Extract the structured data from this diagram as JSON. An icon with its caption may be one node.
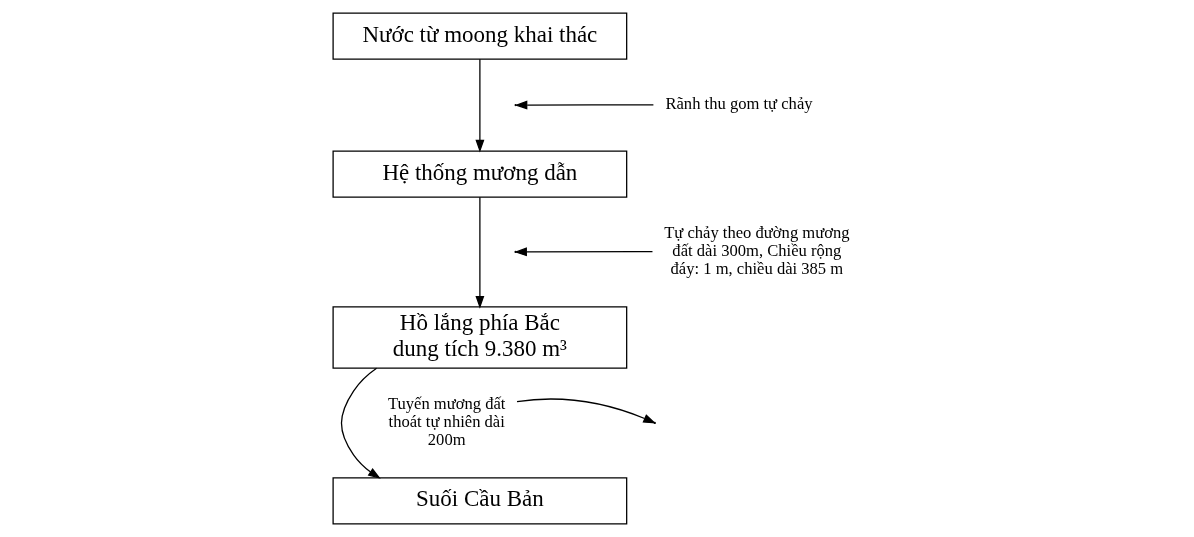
{
  "diagram": {
    "nodes": [
      {
        "text": [
          "Nước từ moong khai thác"
        ]
      },
      {
        "text": [
          "Hệ thống mương dẫn"
        ]
      },
      {
        "text": [
          "Hồ lắng phía Bắc dung tích 9.380 m³"
        ]
      },
      {
        "text": [
          "Suối Cầu Bản"
        ]
      },
      {
        "text": [
          "Rãnh thu gom tự chảy"
        ]
      },
      {
        "text": [
          "Tự chảy theo đường mương đất dài 300m, Chiều rộng đáy: 1 m, chiều dài 385 m"
        ]
      },
      {
        "text": [
          "Tuyến mương đất thoát tự nhiên dài 200m"
        ]
      }
    ],
    "edges": [
      {
        "from": 0,
        "to": 1,
        "arrow": "to"
      },
      {
        "from": 1,
        "to": 2,
        "arrow": "to"
      },
      {
        "from": 2,
        "to": 3,
        "arrow": "to"
      },
      {
        "from": 4,
        "to": null,
        "arrow": "to"
      },
      {
        "from": 5,
        "to": null,
        "arrow": "to"
      },
      {
        "from": 6,
        "to": null,
        "arrow": "to"
      }
    ]
  }
}
